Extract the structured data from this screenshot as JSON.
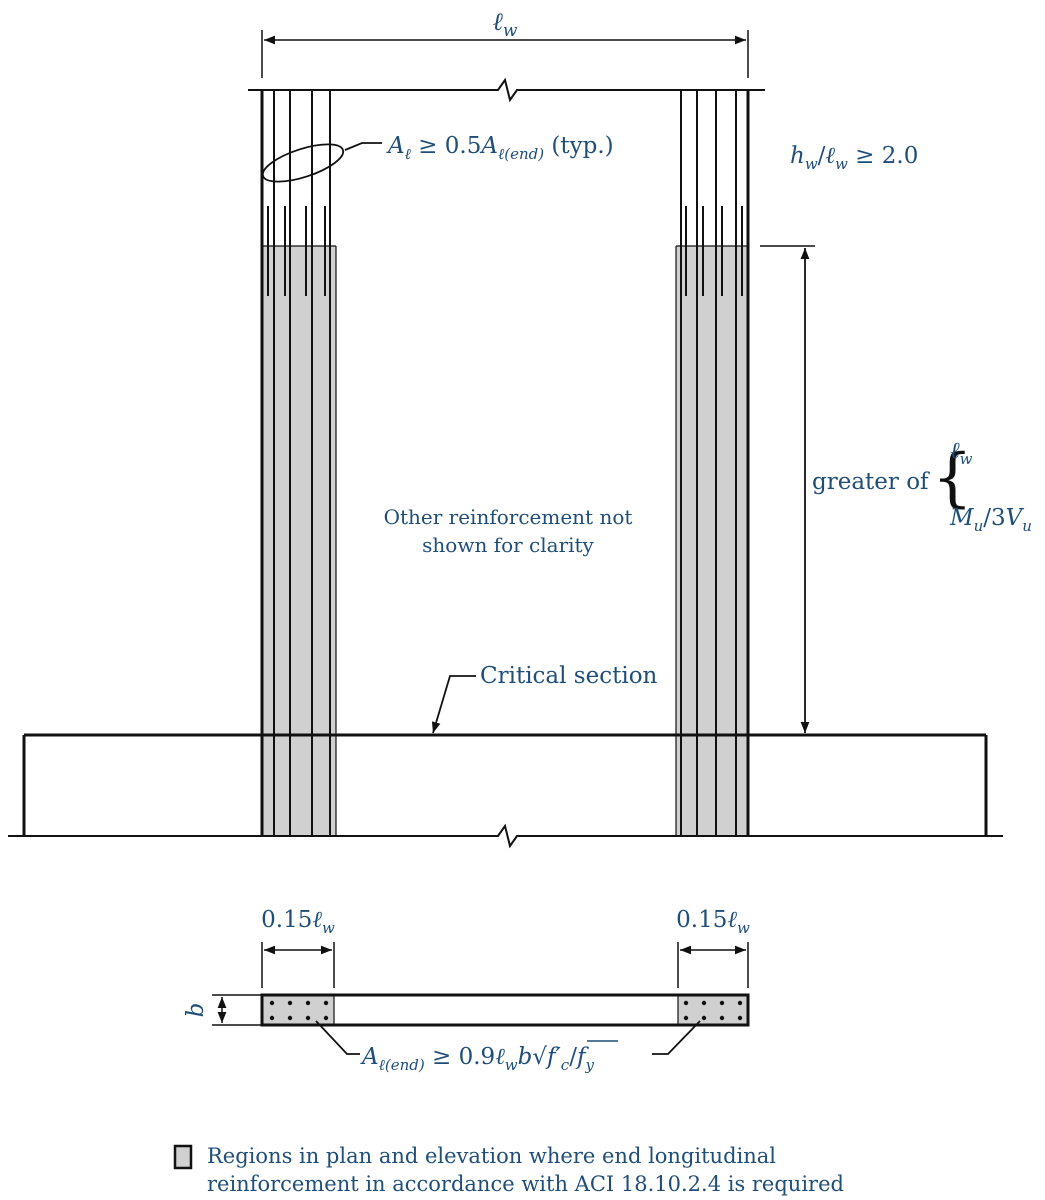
{
  "labels": {
    "lw_top": "ℓw",
    "ratio": "hw/ℓw ≥ 2.0",
    "typ_eq": "Aℓ ≥ 0.5Aℓ(end) (typ.)",
    "greater_of": "greater of",
    "brace_1": "ℓw",
    "brace_2": "Mu/3Vu",
    "note_line1": "Other reinforcement not",
    "note_line2": "shown for clarity",
    "critical": "Critical section",
    "plan_left_width": "0.15ℓw",
    "plan_right_width": "0.15ℓw",
    "plan_b": "b",
    "plan_eq": "Aℓ(end) ≥ 0.9ℓwb√f′c/fy",
    "legend_line1": "Regions in plan and elevation where end longitudinal",
    "legend_line2": "reinforcement in accordance with ACI 18.10.2.4 is required"
  },
  "colors": {
    "label_blue": "#1f4e79",
    "line": "#111111",
    "shaded_region": "#d0d0d0"
  }
}
